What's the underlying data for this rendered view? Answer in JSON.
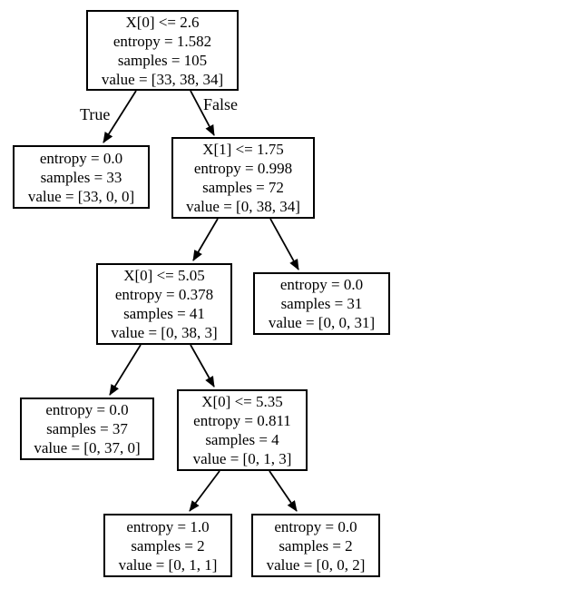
{
  "diagram_type": "decision-tree",
  "colors": {
    "background": "#ffffff",
    "node_border": "#000000",
    "text": "#000000",
    "edge": "#000000"
  },
  "edge_labels": {
    "true": "True",
    "false": "False"
  },
  "nodes": {
    "root": {
      "condition": "X[0] <= 2.6",
      "entropy": "entropy = 1.582",
      "samples": "samples = 105",
      "value": "value = [33, 38, 34]"
    },
    "l": {
      "entropy": "entropy = 0.0",
      "samples": "samples = 33",
      "value": "value = [33, 0, 0]"
    },
    "r": {
      "condition": "X[1] <= 1.75",
      "entropy": "entropy = 0.998",
      "samples": "samples = 72",
      "value": "value = [0, 38, 34]"
    },
    "rl": {
      "condition": "X[0] <= 5.05",
      "entropy": "entropy = 0.378",
      "samples": "samples = 41",
      "value": "value = [0, 38, 3]"
    },
    "rr": {
      "entropy": "entropy = 0.0",
      "samples": "samples = 31",
      "value": "value = [0, 0, 31]"
    },
    "rll": {
      "entropy": "entropy = 0.0",
      "samples": "samples = 37",
      "value": "value = [0, 37, 0]"
    },
    "rlr": {
      "condition": "X[0] <= 5.35",
      "entropy": "entropy = 0.811",
      "samples": "samples = 4",
      "value": "value = [0, 1, 3]"
    },
    "rlrl": {
      "entropy": "entropy = 1.0",
      "samples": "samples = 2",
      "value": "value = [0, 1, 1]"
    },
    "rlrr": {
      "entropy": "entropy = 0.0",
      "samples": "samples = 2",
      "value": "value = [0, 0, 2]"
    }
  }
}
